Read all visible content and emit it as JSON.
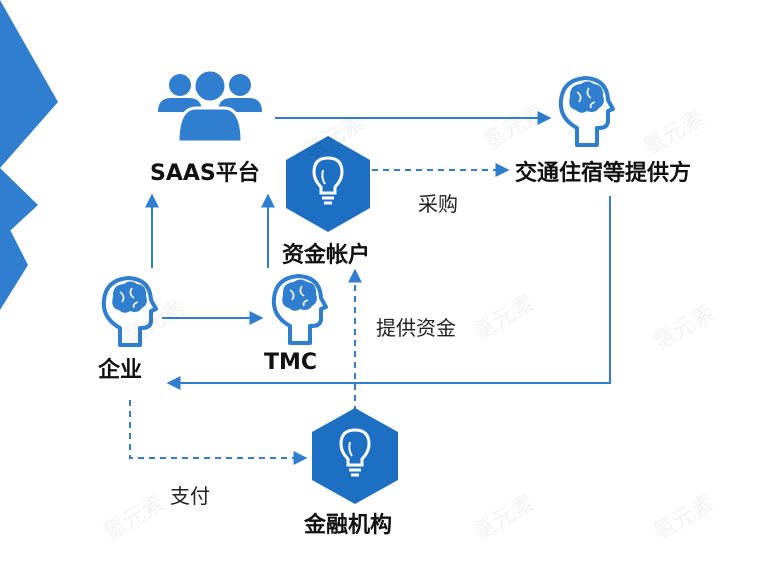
{
  "nodes": {
    "saas": "SAAS平台",
    "provider": "交通住宿等提供方",
    "account": "资金帐户",
    "enterprise": "企业",
    "tmc": "TMC",
    "bank": "金融机构"
  },
  "edges": {
    "purchase": "采购",
    "funding": "提供资金",
    "payment": "支付"
  },
  "watermark": "氢元素",
  "colors": {
    "primary": "#2f7ed0",
    "hexagon": "#1d6fc4",
    "text": "#111111"
  },
  "icons": {
    "saas": "user-group-icon",
    "provider": "head-brain-icon",
    "enterprise": "head-brain-icon",
    "tmc": "head-brain-icon",
    "account": "lightbulb-icon",
    "bank": "lightbulb-icon"
  }
}
